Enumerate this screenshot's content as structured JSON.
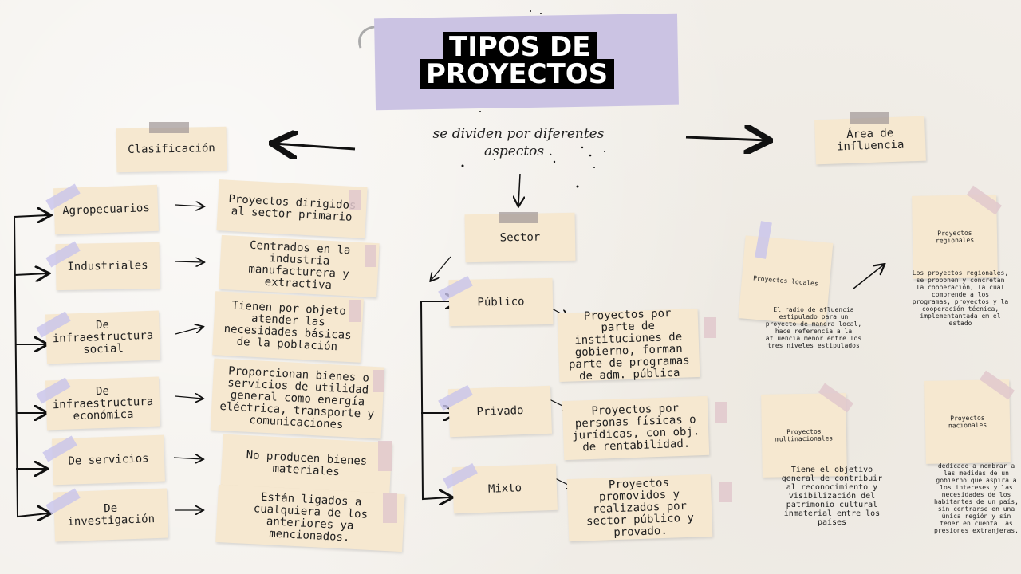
{
  "title": {
    "line1": "TIPOS DE",
    "line2": "PROYECTOS"
  },
  "subtitle": "se dividen por diferentes aspectos .",
  "branches": {
    "clasificacion": "Clasificación",
    "sector": "Sector",
    "area": "Área de influencia"
  },
  "clasificacion": {
    "items": [
      {
        "label": "Agropecuarios",
        "desc": "Proyectos dirigidos al sector primario"
      },
      {
        "label": "Industriales",
        "desc": "Centrados en la industria manufacturera y extractiva"
      },
      {
        "label": "De infraestructura social",
        "desc": "Tienen por objeto atender las necesidades básicas de la población"
      },
      {
        "label": "De infraestructura económica",
        "desc": "Proporcionan bienes o servicios de utilidad general como energía eléctrica, transporte y comunicaciones"
      },
      {
        "label": "De servicios",
        "desc": "No producen bienes materiales"
      },
      {
        "label": "De investigación",
        "desc": "Están ligados a cualquiera de los anteriores ya mencionados."
      }
    ]
  },
  "sector": {
    "items": [
      {
        "label": "Público",
        "desc": "Proyectos por parte de instituciones de gobierno, forman parte de programas de adm. pública"
      },
      {
        "label": "Privado",
        "desc": "Proyectos por personas físicas o jurídicas, con obj. de rentabilidad."
      },
      {
        "label": "Mixto",
        "desc": "Proyectos promovidos y realizados por sector público y provado."
      }
    ]
  },
  "area": {
    "locales": {
      "label": "Proyectos locales",
      "desc": "El radio de afluencia estipulado para un proyecto de manera local, hace referencia a la afluencia menor entre los tres niveles estipulados"
    },
    "regionales": {
      "label": "Proyectos regionales",
      "desc": "Los proyectos regionales, se proponen y concretan la cooperación, la cual comprende a los programas, proyectos y la cooperación técnica, implementantada em el estado"
    },
    "multinacionales": {
      "label": "Proyectos multinacionales",
      "desc": "Tiene el objetivo general de contribuir al reconocimiento y visibilización del patrimonio cultural inmaterial entre los países"
    },
    "nacionales": {
      "label": "Proyectos nacionales",
      "desc": "dedicado a nombrar a las medidas de un gobierno que aspira a los intereses y las necesidades de los habitantes de un país, sin centrarse en una única región y sin tener en cuenta las presiones extranjeras."
    }
  },
  "colors": {
    "note": "#f6e8d0",
    "title_bg": "#cbc3e3",
    "tape_purple": "#c8c3eb",
    "tape_gray": "#a09696",
    "tape_pink": "#e1c8cd",
    "background": "#f3f0eb"
  }
}
